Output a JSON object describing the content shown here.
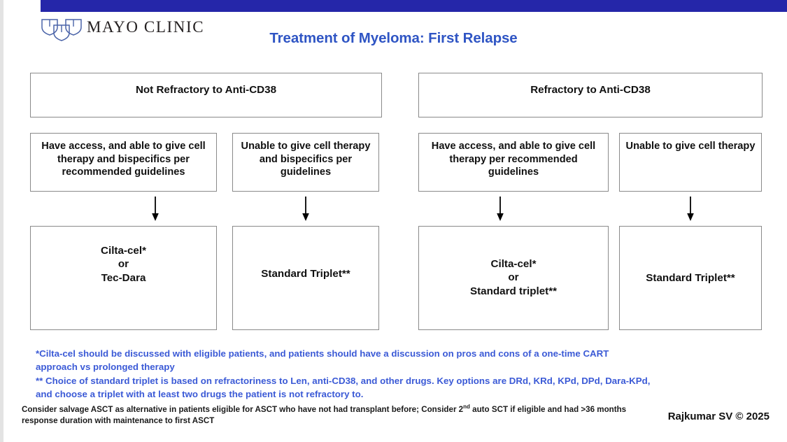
{
  "branding": {
    "logo_icon": "mayo-clinic-shields-logo",
    "logo_text": "MAYO CLINIC",
    "bar_color": "#2526a9"
  },
  "title": "Treatment of Myeloma: First Relapse",
  "colors": {
    "title_blue": "#2f55c4",
    "footnote_blue": "#3b5ad6",
    "box_border": "#8a8a8a",
    "bar_blue": "#2526a9"
  },
  "flow": {
    "headers": [
      {
        "label": "Not Refractory to Anti-CD38"
      },
      {
        "label": "Refractory to Anti-CD38"
      }
    ],
    "criteria": [
      {
        "label": "Have access, and able to give cell therapy and bispecifics per recommended guidelines"
      },
      {
        "label": "Unable to give cell therapy and bispecifics per guidelines"
      },
      {
        "label": "Have access, and able to give cell therapy per recommended guidelines"
      },
      {
        "label": "Unable to give cell therapy"
      }
    ],
    "arrows": [
      {
        "icon": "arrow-down-icon"
      },
      {
        "icon": "arrow-down-icon"
      },
      {
        "icon": "arrow-down-icon"
      },
      {
        "icon": "arrow-down-icon"
      }
    ],
    "results": [
      {
        "label": "Cilta-cel*\nor\nTec-Dara"
      },
      {
        "label": "Standard Triplet**"
      },
      {
        "label": "Cilta-cel*\nor\nStandard triplet**"
      },
      {
        "label": "Standard Triplet**"
      }
    ]
  },
  "footnotes": {
    "cilta": "*Cilta-cel should be discussed with eligible patients, and patients should have a discussion on pros and cons of a one-time CART approach  vs prolonged therapy",
    "triplet": "** Choice of standard triplet is based on refractoriness to Len, anti-CD38, and other drugs. Key options are DRd, KRd, KPd, DPd, Dara-KPd, and choose a triplet with at least two drugs the patient is not refractory to.",
    "asct_part1": "Consider salvage ASCT as alternative in patients eligible for ASCT who have not had transplant before; Consider 2",
    "asct_sup": "nd",
    "asct_part2": " auto SCT if eligible and had >36 months response duration with maintenance to first ASCT"
  },
  "credit": "Rajkumar SV © 2025"
}
